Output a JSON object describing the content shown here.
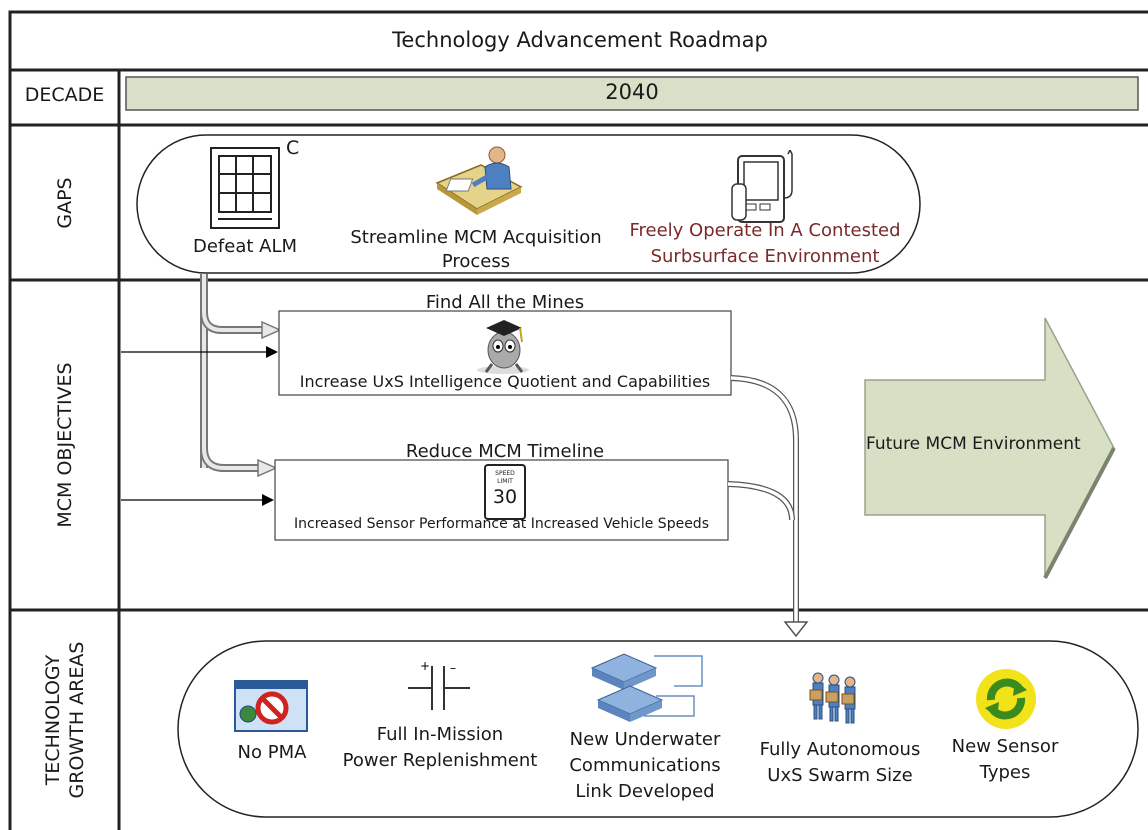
{
  "title": "Technology Advancement Roadmap",
  "rows": {
    "decade": "DECADE",
    "gaps": "GAPS",
    "objectives": "MCM OBJECTIVES",
    "growth_line1": "TECHNOLOGY",
    "growth_line2": "GROWTH AREAS"
  },
  "decade_value": "2040",
  "gaps": {
    "classification_mark": "C",
    "items": [
      {
        "icon": "grid-window-icon",
        "label_line1": "Defeat ALM"
      },
      {
        "icon": "person-at-desk-icon",
        "label_line1": "Streamline MCM Acquisition",
        "label_line2": "Process"
      },
      {
        "icon": "tablet-device-icon",
        "label_line1": "Freely Operate In A Contested",
        "label_line2": "Surbsurface Environment",
        "color": "#7a2a2a"
      }
    ]
  },
  "objectives": [
    {
      "title": "Find All the Mines",
      "icon": "robot-graduate-icon",
      "label": "Increase UxS Intelligence Quotient and Capabilities"
    },
    {
      "title": "Reduce MCM Timeline",
      "icon": "speed-limit-sign-icon",
      "sign_top": "SPEED",
      "sign_mid": "LIMIT",
      "sign_value": "30",
      "label": "Increased Sensor Performance at Increased Vehicle Speeds"
    }
  ],
  "future": "Future MCM Environment",
  "growth": [
    {
      "icon": "no-symbol-icon",
      "label_line1": "No PMA"
    },
    {
      "icon": "capacitor-icon",
      "label_line1": "Full In-Mission",
      "label_line2": "Power Replenishment"
    },
    {
      "icon": "network-phones-icon",
      "label_line1": "New Underwater",
      "label_line2": "Communications",
      "label_line3": "Link Developed"
    },
    {
      "icon": "swarm-people-icon",
      "label_line1": "Fully Autonomous",
      "label_line2": "UxS Swarm Size"
    },
    {
      "icon": "recycle-icon",
      "label_line1": "New Sensor",
      "label_line2": "Types"
    }
  ],
  "colors": {
    "decade_bar": "#d8e0c8",
    "future_arrow": "#d7dfc5",
    "gap_red": "#7a2a2a"
  }
}
